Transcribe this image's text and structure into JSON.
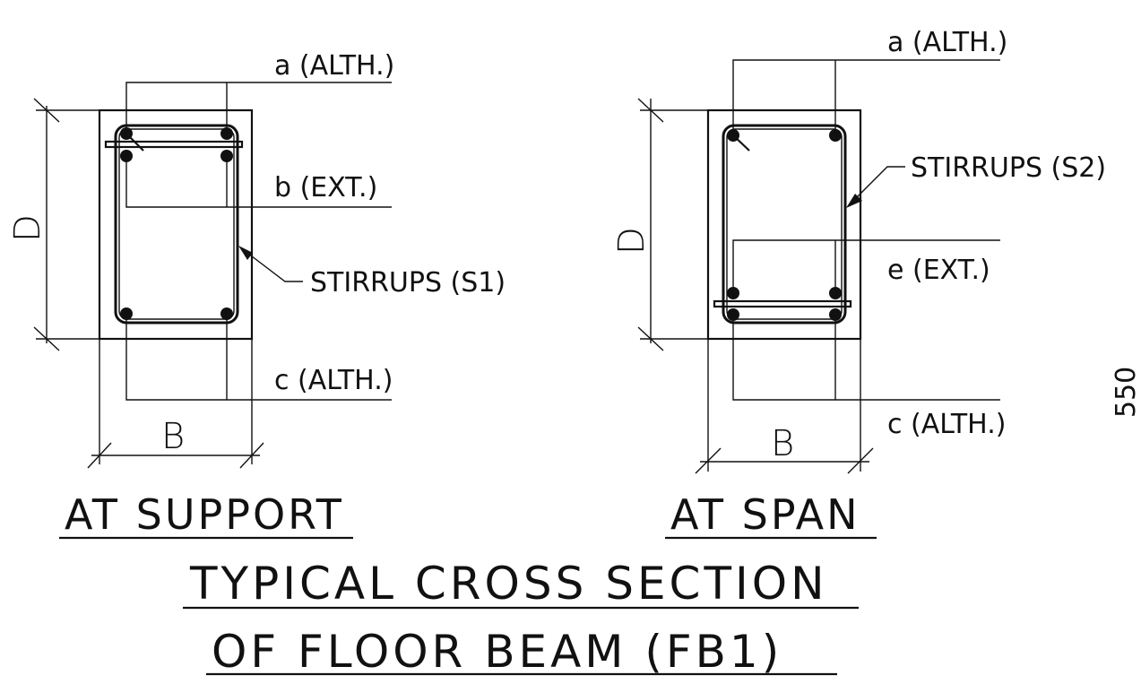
{
  "support_section": {
    "top_label": "a (ALTH.)",
    "mid_label": "b (EXT.)",
    "stirrup_label": "STIRRUPS (S1)",
    "bottom_label": "c (ALTH.)",
    "depth_label": "D",
    "width_label": "B",
    "caption": "AT SUPPORT"
  },
  "span_section": {
    "top_label": "a (ALTH.)",
    "stirrup_label": "STIRRUPS (S2)",
    "mid_label": "e (EXT.)",
    "bottom_label": "c (ALTH.)",
    "depth_label": "D",
    "width_label": "B",
    "caption": "AT SPAN"
  },
  "side_note": "550",
  "title": {
    "line1": "TYPICAL CROSS SECTION",
    "line2": "OF FLOOR BEAM (FB1)"
  },
  "colors": {
    "ink": "#111111",
    "paper": "#ffffff"
  }
}
